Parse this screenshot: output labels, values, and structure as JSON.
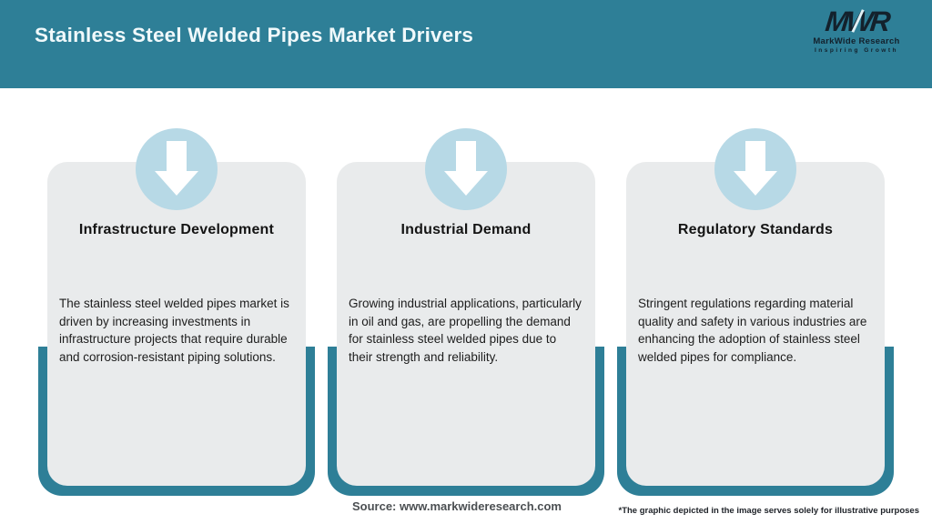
{
  "header": {
    "title": "Stainless Steel Welded Pipes Market Drivers",
    "logo": {
      "acronym": "MWR",
      "name": "MarkWide Research",
      "tagline": "Inspiring Growth"
    }
  },
  "cards": [
    {
      "icon": "arrow-down-icon",
      "title": "Infrastructure Development",
      "body": "The stainless steel welded pipes market is driven by increasing investments in infrastructure projects that require durable and corrosion-resistant piping solutions."
    },
    {
      "icon": "arrow-down-icon",
      "title": "Industrial Demand",
      "body": "Growing industrial applications, particularly in oil and gas, are propelling the demand for stainless steel welded pipes due to their strength and reliability."
    },
    {
      "icon": "arrow-down-icon",
      "title": "Regulatory Standards",
      "body": "Stringent regulations regarding material quality and safety in various industries are enhancing the adoption of stainless steel welded pipes for compliance."
    }
  ],
  "footer": {
    "source": "Source: www.markwideresearch.com",
    "disclaimer": "*The graphic depicted in the image serves solely for illustrative purposes"
  },
  "colors": {
    "header_teal": "#2e7f97",
    "frame_teal": "#2e7f97",
    "circle_blue": "#b7d9e6",
    "card_gray": "#e9ebec",
    "title_white": "#f0f9fb",
    "logo_dark": "#13212c"
  }
}
